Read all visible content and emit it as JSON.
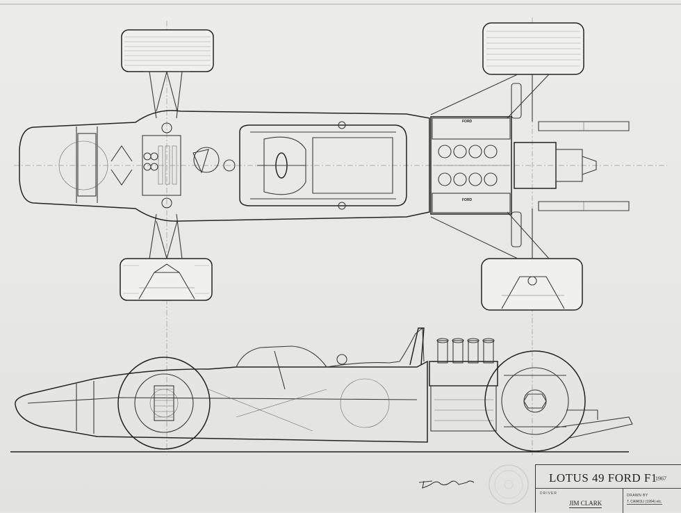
{
  "title_block": {
    "title": "LOTUS 49 FORD F1",
    "year": "1967",
    "driver_label": "DRIVER",
    "driver_name": "JIM CLARK",
    "drawn_by_label": "DRAWN BY",
    "drawn_by_name": "T. CAIROLI (1994) etc."
  },
  "engine_labels": {
    "top": "FORD",
    "bottom": "FORD"
  },
  "colors": {
    "paper": "#e9e9e6",
    "ink": "#2a2a2a"
  }
}
